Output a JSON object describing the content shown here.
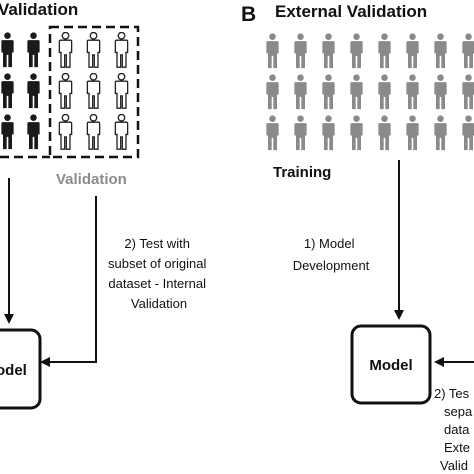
{
  "panel_a": {
    "title": "Validation",
    "validation_label": "Validation",
    "step2_text": [
      "2) Test with",
      "subset of original",
      "dataset - Internal",
      "Validation"
    ],
    "model_label": "odel",
    "colors": {
      "training_figures": "#1a1a1a",
      "validation_figures": "#ffffff",
      "figure_outline": "#222222",
      "label_gray": "#8c8c8c"
    }
  },
  "panel_b": {
    "letter": "B",
    "title": "External Validation",
    "training_label": "Training",
    "step1_text": [
      "1) Model",
      "Development"
    ],
    "model_label": "Model",
    "step2_text": [
      "2) Tes",
      "sepa",
      "data",
      "Exte",
      "Valid"
    ],
    "colors": {
      "figures": "#8a8a8a"
    }
  },
  "colors": {
    "ink": "#111111",
    "background": "#ffffff"
  }
}
